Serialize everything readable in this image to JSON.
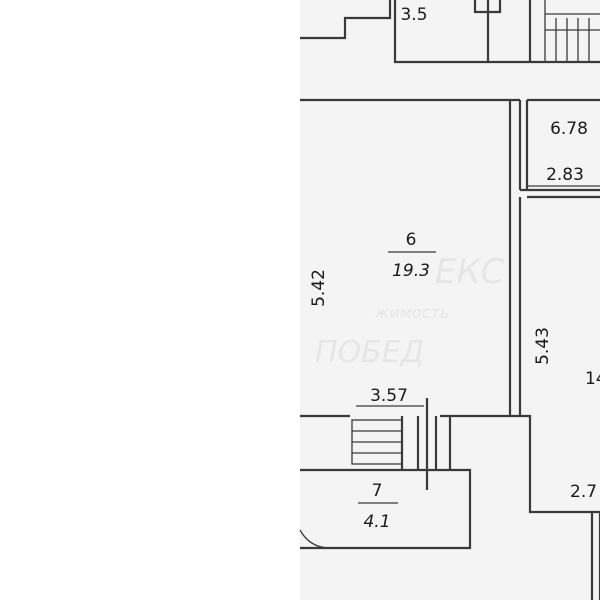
{
  "plan": {
    "rooms": [
      {
        "id": "top-room",
        "area": "3.5"
      },
      {
        "id": "room-6",
        "number": "6",
        "area": "19.3"
      },
      {
        "id": "room-7",
        "number": "7",
        "area": "4.1"
      },
      {
        "id": "right-room",
        "area": "14"
      }
    ],
    "dimensions": {
      "top_right_width": "6.78",
      "corridor_width": "2.83",
      "room6_height": "5.42",
      "right_room_height": "5.43",
      "room7_width": "3.57",
      "bottom_right": "2.7"
    },
    "watermark_fragments": [
      "ЕКС",
      "жимость",
      "ПОБЕД"
    ]
  },
  "colors": {
    "background": "#ffffff",
    "plan_background": "#f4f4f4",
    "wall": "#3a3a3a",
    "text": "#1a1a1a"
  }
}
